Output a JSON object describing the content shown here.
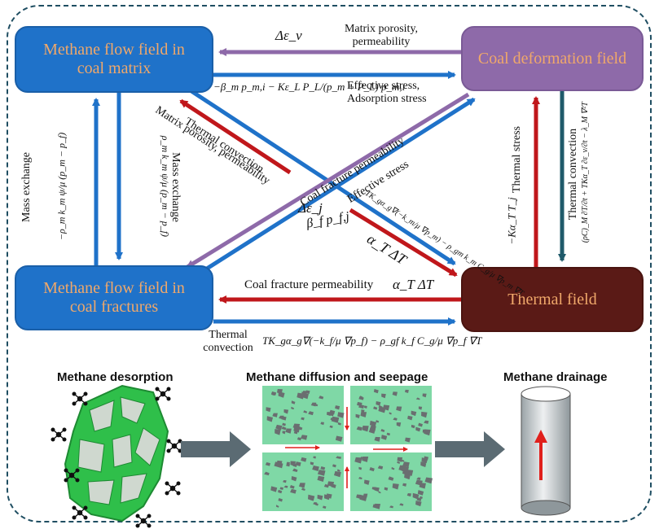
{
  "boxes": {
    "matrix": "Methane flow field in coal matrix",
    "fractures": "Methane flow field in coal fractures",
    "deformation": "Coal deformation field",
    "thermal": "Thermal field"
  },
  "labels": {
    "delta_ev": "Δε_v",
    "matrix_porosity_perm_top": "Matrix porosity, permeability",
    "adsorption_formula": "−β_m p_m,i − Kε_L P_L/(p_m + P_L) p_m,i",
    "effective_adsorption_stress": "Effective stress, Adsorption stress",
    "thermal_convection_diag": "Thermal convection",
    "matrix_porosity_perm_diag": "Matrix porosity, permeability",
    "coal_fracture_perm_diag": "Coal fracture permeability",
    "effective_stress_diag": "Effective stress",
    "delta_ej": "Δε_j",
    "beta_f": "β_f p_f,j",
    "alpha_dt_diag": "α_T ΔT",
    "thermal_formula_diag": "TK_gα_g∇(−k_m/μ ∇p_m) − ρ_gm k_m C_g/μ ∇p_m ∇T",
    "mass_exchange_left": "Mass exchange",
    "mass_exchange_right": "Mass exchange",
    "mass_formula_left": "−ρ_m k_m ψ/μ (p_m − p_f)",
    "mass_formula_right": "ρ_m k_m ψ/μ (p_m − p_f)",
    "thermal_stress": "Thermal stress",
    "neg_k_alpha": "−Kα_T T_j",
    "thermal_convection_right": "Thermal convection",
    "thermal_conv_formula_right": "(ρC)_M ∂T/∂t + TKα_T ∂ε_v/∂t − λ_M ∇²T",
    "coal_fracture_perm_bottom": "Coal fracture permeability",
    "alpha_dt_bottom": "α_T ΔT",
    "thermal_convection_bottom": "Thermal convection",
    "thermal_formula_bottom": "TK_gα_g∇(−k_f/μ ∇p_f) − ρ_gf k_f C_g/μ ∇p_f ∇T"
  },
  "panels": {
    "desorption": "Methane desorption",
    "diffusion": "Methane diffusion and seepage",
    "drainage": "Methane drainage"
  },
  "colors": {
    "blue": "#1f72c9",
    "purple": "#8e6aa9",
    "red": "#c0171b",
    "teal": "#1f5a6a",
    "thermal_box": "#5a1a16",
    "box_text": "#f0a86a",
    "coal_green": "#2fbf4a",
    "seepage_green": "#7fd8a6",
    "grey_arrow": "#5b6b73"
  }
}
